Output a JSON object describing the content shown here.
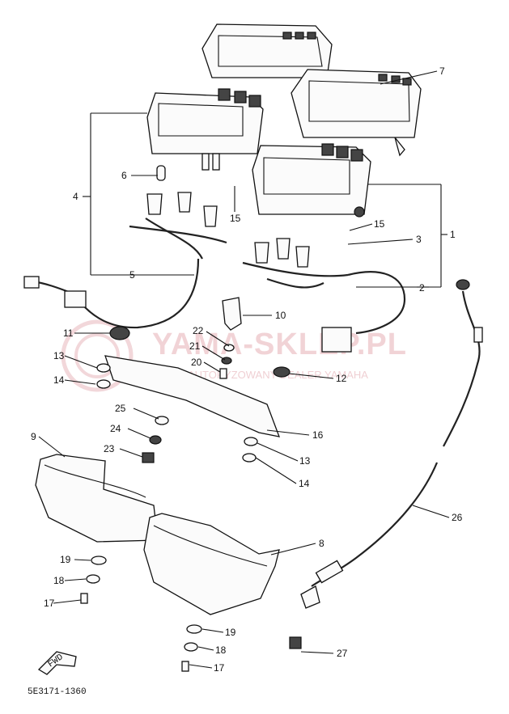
{
  "diagram_code": "5E3171-1360",
  "watermark": {
    "main": "YAMA-SKLEP.PL",
    "sub": "AUTORYZOWANY DEALER YAMAHA"
  },
  "fwd_label": "FWD",
  "callouts": [
    "1",
    "2",
    "3",
    "4",
    "5",
    "6",
    "7",
    "8",
    "9",
    "10",
    "11",
    "12",
    "13",
    "13",
    "14",
    "14",
    "15",
    "15",
    "16",
    "17",
    "17",
    "18",
    "18",
    "19",
    "19",
    "20",
    "21",
    "22",
    "23",
    "24",
    "25",
    "26",
    "27"
  ],
  "colors": {
    "ink": "#111111",
    "watermark": "#e6b0b6"
  }
}
